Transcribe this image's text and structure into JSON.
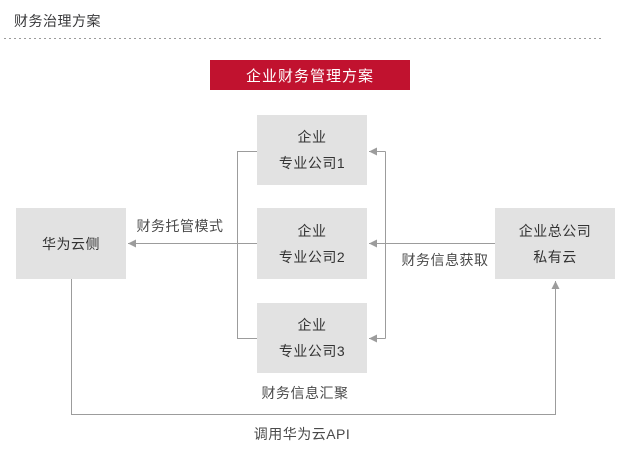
{
  "page": {
    "title": "财务治理方案"
  },
  "banner": {
    "label": "企业财务管理方案"
  },
  "diagram": {
    "nodes": {
      "huawei_cloud": {
        "label": "华为云侧"
      },
      "company1": {
        "line1": "企业",
        "line2": "专业公司1"
      },
      "company2": {
        "line1": "企业",
        "line2": "专业公司2"
      },
      "company3": {
        "line1": "企业",
        "line2": "专业公司3"
      },
      "headquarters": {
        "line1": "企业总公司",
        "line2": "私有云"
      }
    },
    "edge_labels": {
      "hosting_mode": "财务托管模式",
      "info_fetch": "财务信息获取",
      "info_aggregate": "财务信息汇聚",
      "api_call": "调用华为云API"
    },
    "flows": [
      "company1/2/3 -> 华为云侧 (财务托管模式)",
      "企业总公司私有云 -> company1/2/3 (财务信息获取)",
      "华为云侧 -> 企业总公司私有云 (财务信息汇聚 / 调用华为云API)"
    ]
  },
  "colors": {
    "banner_red": "#c1122f",
    "node_gray": "#e2e2e2",
    "line_gray": "#9c9c9c",
    "title_text": "#38383a",
    "node_text": "#333333",
    "label_text": "#4a4a4a"
  }
}
